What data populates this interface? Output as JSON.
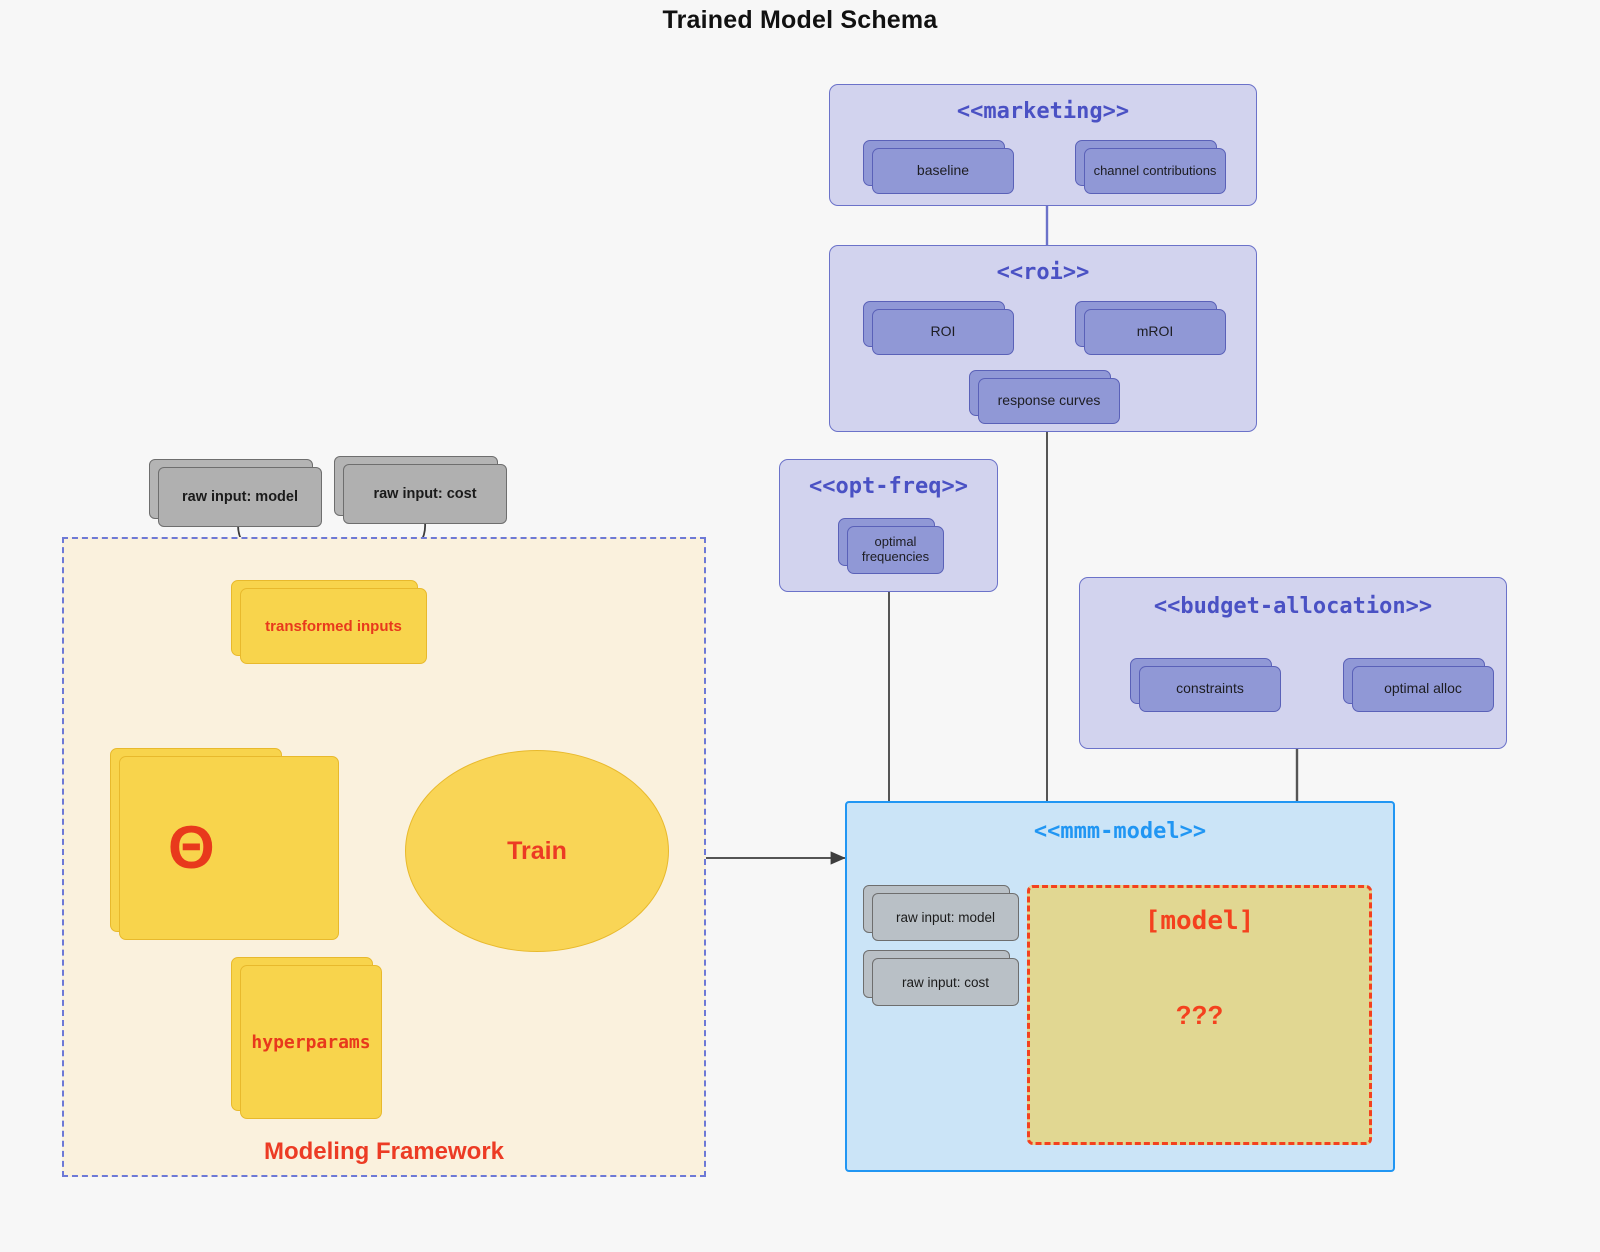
{
  "title": "Trained Model Schema",
  "colors": {
    "background": "#f7f7f7",
    "package_fill": "#d2d3ee",
    "package_border": "#6b72c9",
    "package_title": "#4a51c4",
    "node_fill": "#9098d6",
    "node_border": "#5a61b8",
    "grey_node_fill": "#b0b0b0",
    "grey_node_border": "#6e6e6e",
    "framework_fill": "#faf1dd",
    "framework_border": "#6d79d6",
    "yellow_fill": "#f8d44c",
    "yellow_border": "#e8b92c",
    "accent_red": "#ec3b24",
    "mmm_fill": "#cbe4f7",
    "mmm_border": "#2196f3",
    "mmm_title": "#2196f3",
    "placeholder_fill": "#e1d792",
    "placeholder_border": "#f4411e",
    "edge_grey": "#4a4a4a",
    "edge_purple": "#6b72c9"
  },
  "packages": {
    "marketing": {
      "title": "<<marketing>>",
      "nodes": [
        {
          "label": "baseline"
        },
        {
          "label": "channel contributions"
        }
      ]
    },
    "roi": {
      "title": "<<roi>>",
      "nodes": [
        {
          "label": "ROI"
        },
        {
          "label": "mROI"
        },
        {
          "label": "response curves"
        }
      ]
    },
    "opt_freq": {
      "title": "<<opt-freq>>",
      "nodes": [
        {
          "label": "optimal frequencies"
        }
      ]
    },
    "budget_allocation": {
      "title": "<<budget-allocation>>",
      "nodes": [
        {
          "label": "constraints"
        },
        {
          "label": "optimal alloc"
        }
      ]
    }
  },
  "mmm_model": {
    "title": "<<mmm-model>>",
    "inputs": [
      {
        "label": "raw input: model"
      },
      {
        "label": "raw input: cost"
      }
    ],
    "placeholder": {
      "line1": "[model]",
      "line2": "???"
    }
  },
  "modeling_framework": {
    "label": "Modeling Framework",
    "raw_inputs": [
      {
        "label": "raw input: model"
      },
      {
        "label": "raw input: cost"
      }
    ],
    "transformed_inputs": {
      "label": "transformed inputs"
    },
    "theta": {
      "label": "Θ"
    },
    "hyperparams": {
      "label": "hyperparams"
    },
    "train": {
      "label": "Train"
    }
  }
}
